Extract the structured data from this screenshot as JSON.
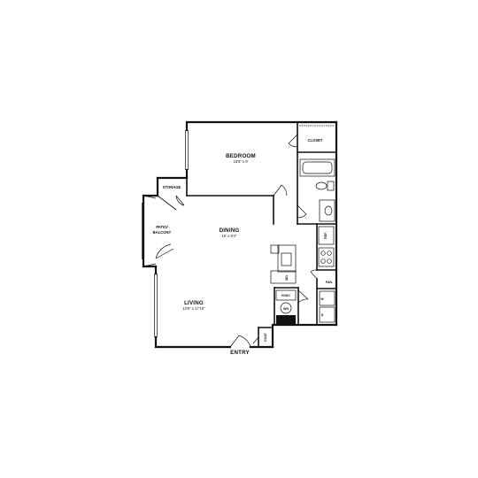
{
  "floorplan": {
    "rooms": {
      "bedroom": {
        "name": "BEDROOM",
        "dims": "16'5\" x 9'"
      },
      "dining": {
        "name": "DINING",
        "dims": "10' x 8'4\""
      },
      "living": {
        "name": "LIVING",
        "dims": "13'6\" x 17'10\""
      }
    },
    "labels": {
      "closet": "CLOSET",
      "storage": "STORAGE",
      "patio_line1": "PATIO/",
      "patio_line2": "BALCONY",
      "refrigerator": "REF.",
      "microwave": "MO",
      "pantry": "PAN.",
      "hvac": "HVAC",
      "water_heater": "WH",
      "washer": "W",
      "dryer": "D",
      "coat": "COAT",
      "entry": "ENTRY"
    }
  }
}
